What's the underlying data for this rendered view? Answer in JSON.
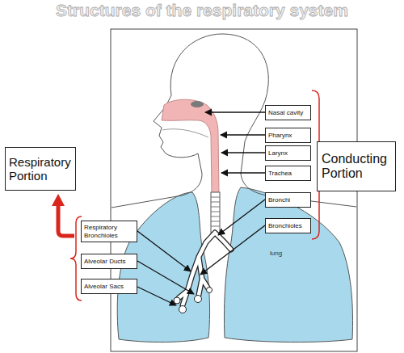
{
  "diagram": {
    "title": "Structures of the respiratory system",
    "nodes": [
      {
        "text": [
          "Nasal cavity"
        ]
      },
      {
        "text": [
          "Pharynx"
        ]
      },
      {
        "text": [
          "Larynx"
        ]
      },
      {
        "text": [
          "Respiratory Portion"
        ]
      },
      {
        "text": [
          "Conducting Portion"
        ]
      },
      {
        "text": [
          "Trachea"
        ]
      },
      {
        "text": [
          "Bronchi"
        ]
      },
      {
        "text": [
          "Bronchioles"
        ]
      },
      {
        "text": [
          "Respiratory Bronchioles"
        ]
      },
      {
        "text": [
          "Alveolar Ducts"
        ]
      },
      {
        "text": [
          "Alveolar Sacs"
        ]
      }
    ],
    "labels": [
      "lung"
    ]
  }
}
